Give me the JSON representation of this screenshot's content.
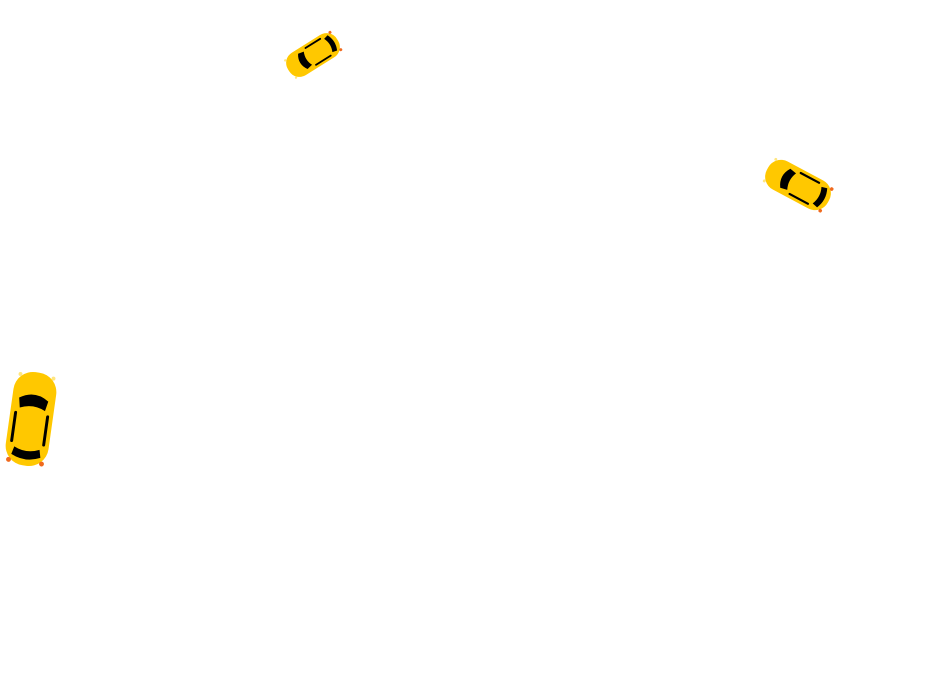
{
  "map": {
    "background_color": "#ffffff"
  },
  "cars": [
    {
      "id": "car-1",
      "icon": "taxi-car-icon",
      "body_color": "#ffc800",
      "window_color": "#000000",
      "light_color": "#f06a1e"
    },
    {
      "id": "car-2",
      "icon": "taxi-car-icon",
      "body_color": "#ffc800",
      "window_color": "#000000",
      "light_color": "#f06a1e"
    },
    {
      "id": "car-3",
      "icon": "taxi-car-icon",
      "body_color": "#ffc800",
      "window_color": "#000000",
      "light_color": "#f06a1e"
    }
  ]
}
